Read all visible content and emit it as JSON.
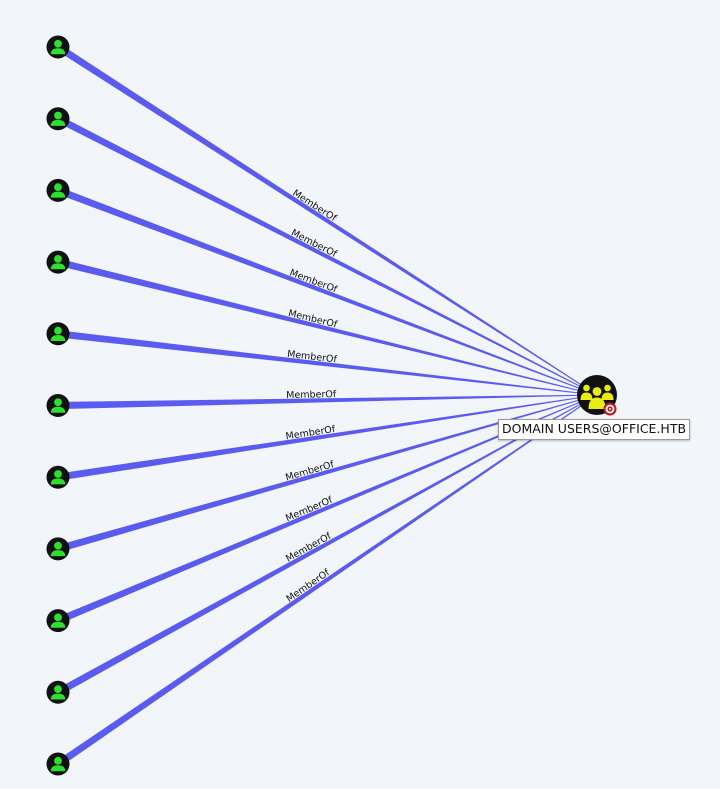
{
  "graph": {
    "colors": {
      "background": "#f2f5fa",
      "edge": "#5b5bf0",
      "user_node_bg": "#111111",
      "user_icon": "#2de02d",
      "group_node_bg": "#111111",
      "group_icon": "#e8ec10",
      "target_badge": "#c0151a"
    },
    "target_node": {
      "type": "group",
      "label": "DOMAIN USERS@OFFICE.HTB",
      "icon": "group-icon",
      "badge_icon": "target-badge-icon"
    },
    "source_nodes": [
      {
        "type": "user",
        "icon": "user-icon"
      },
      {
        "type": "user",
        "icon": "user-icon"
      },
      {
        "type": "user",
        "icon": "user-icon"
      },
      {
        "type": "user",
        "icon": "user-icon"
      },
      {
        "type": "user",
        "icon": "user-icon"
      },
      {
        "type": "user",
        "icon": "user-icon"
      },
      {
        "type": "user",
        "icon": "user-icon"
      },
      {
        "type": "user",
        "icon": "user-icon"
      },
      {
        "type": "user",
        "icon": "user-icon"
      },
      {
        "type": "user",
        "icon": "user-icon"
      },
      {
        "type": "user",
        "icon": "user-icon"
      }
    ],
    "edges": [
      {
        "label": "MemberOf"
      },
      {
        "label": "MemberOf"
      },
      {
        "label": "MemberOf"
      },
      {
        "label": "MemberOf"
      },
      {
        "label": "MemberOf"
      },
      {
        "label": "MemberOf"
      },
      {
        "label": "MemberOf"
      },
      {
        "label": "MemberOf"
      },
      {
        "label": "MemberOf"
      },
      {
        "label": "MemberOf"
      },
      {
        "label": "MemberOf"
      }
    ]
  }
}
